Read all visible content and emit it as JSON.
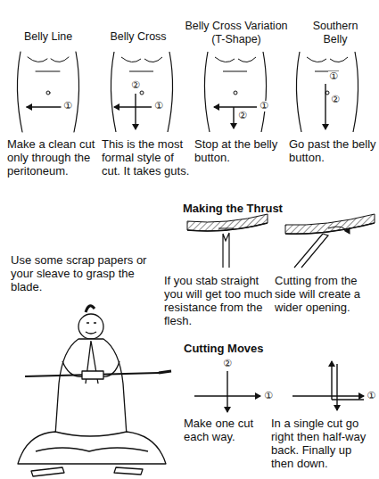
{
  "diagram": {
    "labels": [
      "Belly Line",
      "Belly Cross",
      "Belly Cross Variation (T-Shape)",
      "Southern Belly",
      "①",
      "②",
      "①",
      "①",
      "②",
      "①",
      "②",
      "Make a clean cut only through the peritoneum.",
      "This is the most formal style of cut. It takes guts.",
      "Stop at the belly button.",
      "Go past the belly button.",
      "Making the Thrust",
      "Use some scrap papers or your sleave to grasp the blade.",
      "If you stab straight you will get too much resistance from the flesh.",
      "Cutting from the side will create a wider opening.",
      "Cutting Moves",
      "②",
      "①",
      "①",
      "Make one cut each way.",
      "In a single cut go right then half-way back. Finally up then down."
    ]
  }
}
